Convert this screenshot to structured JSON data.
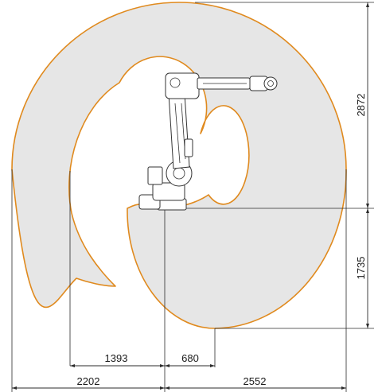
{
  "dimensions": {
    "right_upper": "2872",
    "right_lower": "1735",
    "inner_left": "1393",
    "inner_right": "680",
    "outer_left": "2202",
    "outer_right": "2552"
  },
  "colors": {
    "envelope_fill": "#e6e6e6",
    "envelope_stroke": "#e08a1e",
    "lines": "#2b2b2b"
  }
}
